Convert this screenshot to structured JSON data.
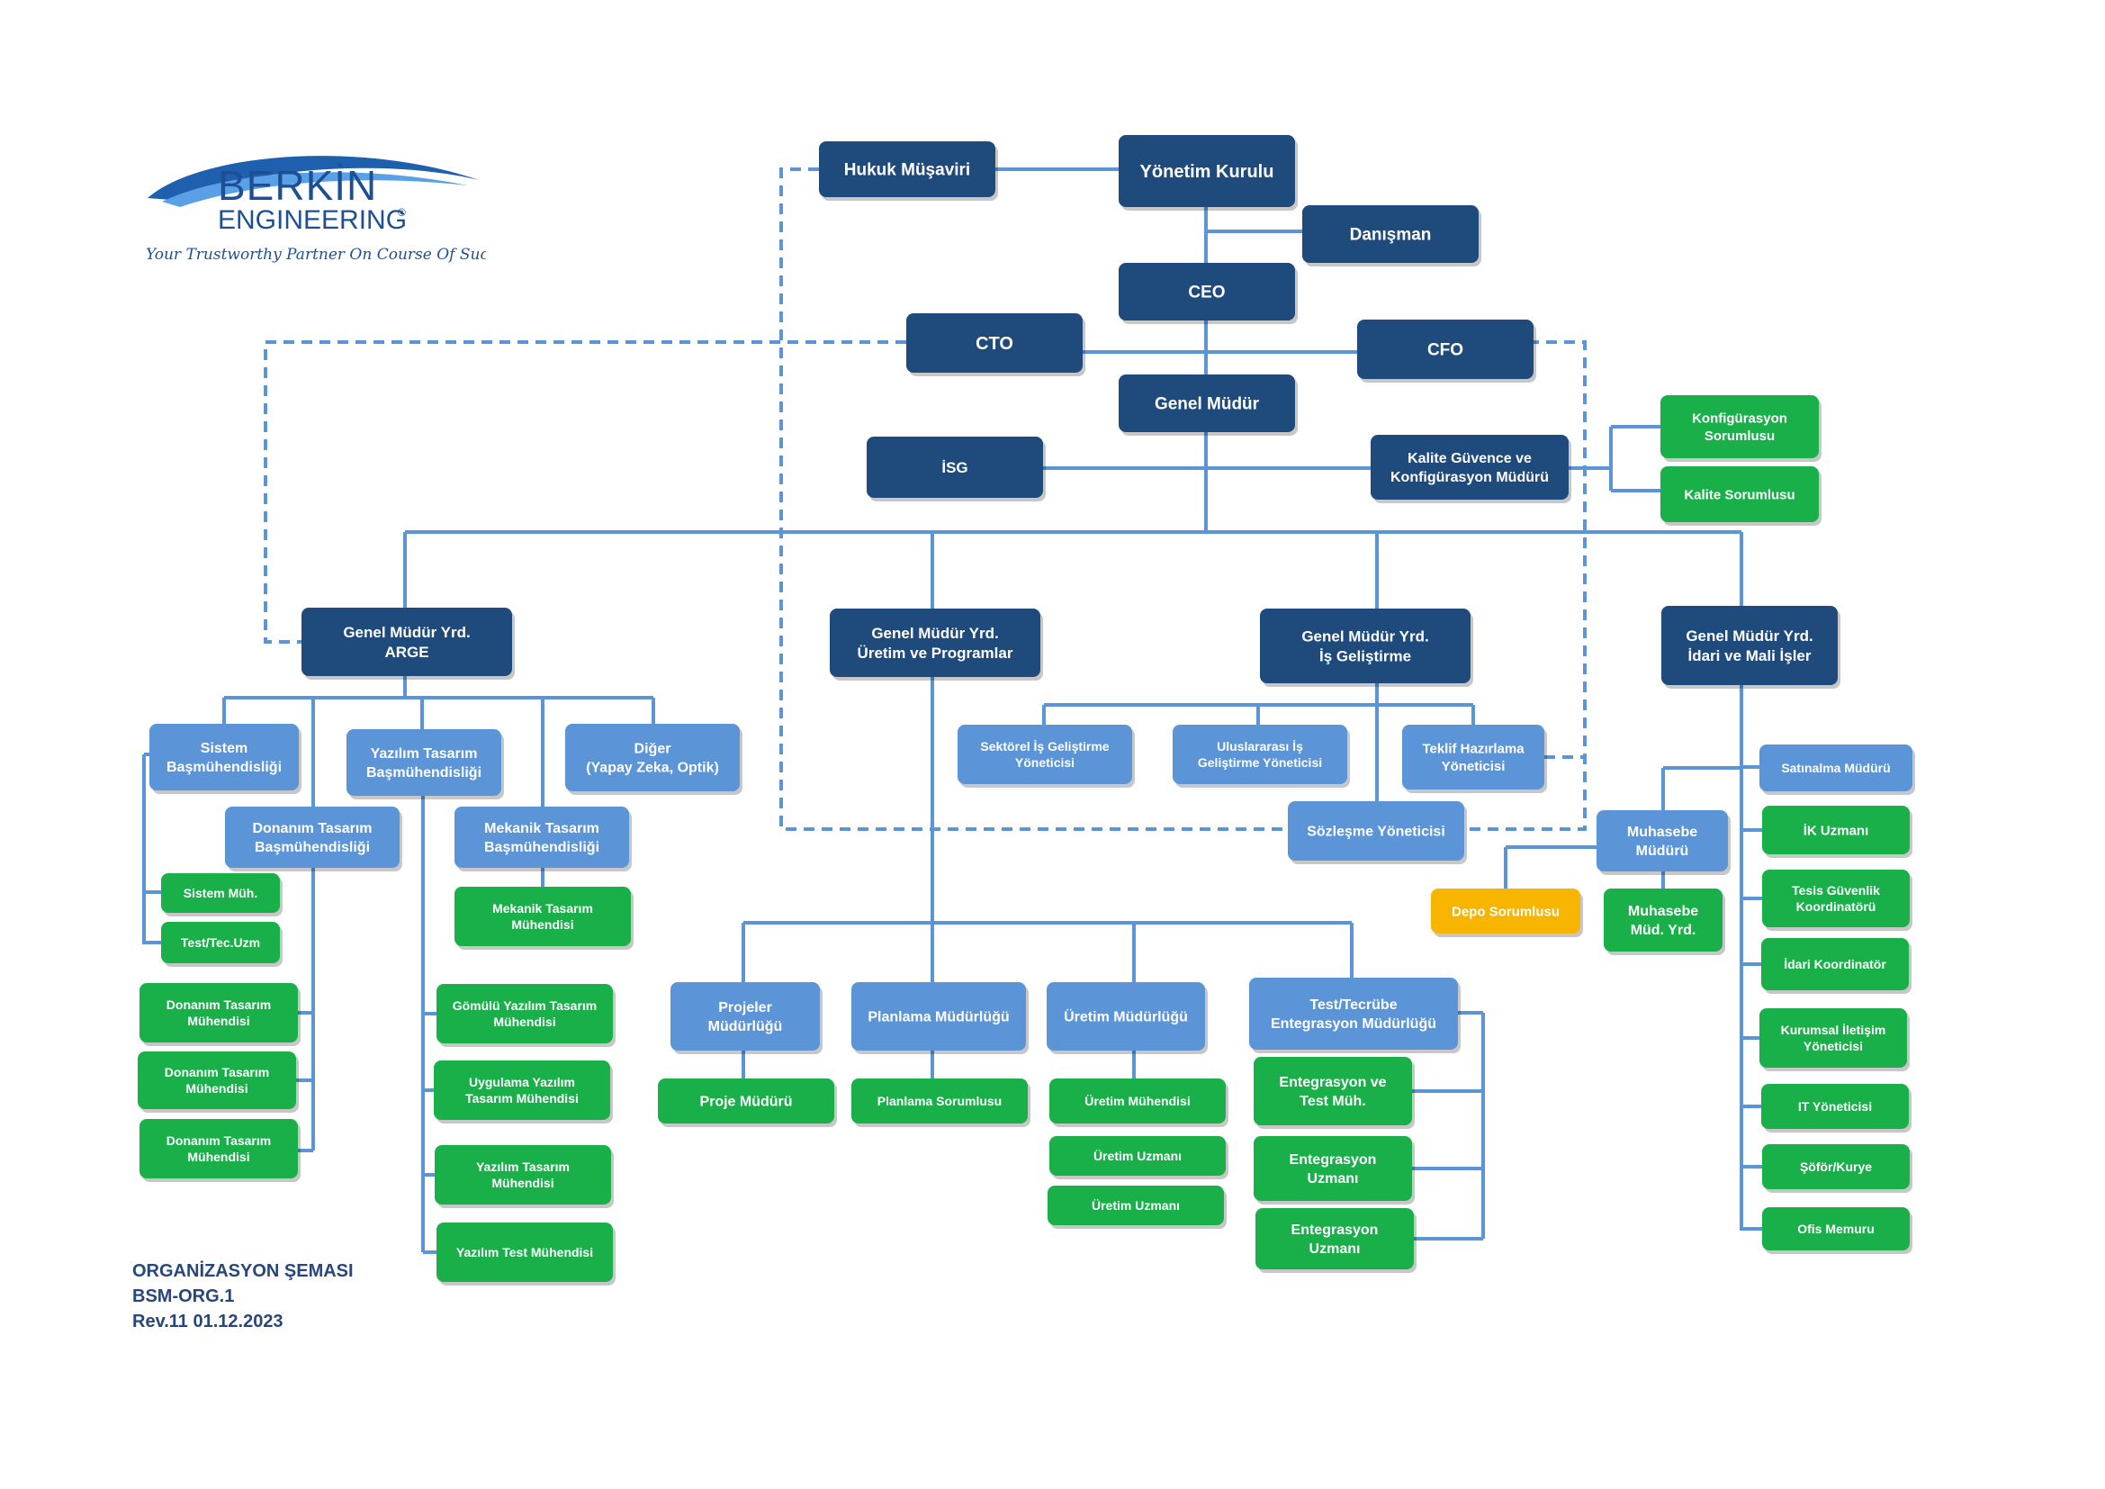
{
  "logo": {
    "line1": "BERKİN",
    "line2": "ENGINEERING",
    "registered": "®",
    "tagline": "Your Trustworthy Partner On Course Of Success"
  },
  "footer": {
    "title": "ORGANİZASYON ŞEMASI",
    "code": "BSM-ORG.1",
    "revision": "Rev.11 01.12.2023"
  },
  "colors": {
    "dark_box": "#1f4a7c",
    "light_box": "#5b95d8",
    "green_box": "#19b04a",
    "yellow_box": "#f7b500",
    "connector": "#5b95d8"
  },
  "nodes": {
    "hukuk": "Hukuk Müşaviri",
    "yonetim": "Yönetim Kurulu",
    "danisman": "Danışman",
    "ceo": "CEO",
    "cto": "CTO",
    "cfo": "CFO",
    "genel_mudur": "Genel Müdür",
    "isg": "İSG",
    "kalite_mudur": [
      "Kalite Güvence ve",
      "Konfigürasyon Müdürü"
    ],
    "konfig_sorumlu": [
      "Konfigürasyon",
      "Sorumlusu"
    ],
    "kalite_sorumlu": "Kalite Sorumlusu",
    "gmy_arge": [
      "Genel Müdür Yrd.",
      "ARGE"
    ],
    "gmy_uretim": [
      "Genel Müdür Yrd.",
      "Üretim ve Programlar"
    ],
    "gmy_is": [
      "Genel Müdür Yrd.",
      "İş Geliştirme"
    ],
    "gmy_idari": [
      "Genel Müdür Yrd.",
      "İdari ve Mali İşler"
    ],
    "sistem_basm": [
      "Sistem",
      "Başmühendisliği"
    ],
    "yazilim_basm": [
      "Yazılım Tasarım",
      "Başmühendisliği"
    ],
    "diger": [
      "Diğer",
      "(Yapay Zeka, Optik)"
    ],
    "donanim_basm": [
      "Donanım Tasarım",
      "Başmühendisliği"
    ],
    "mekanik_basm": [
      "Mekanik Tasarım",
      "Başmühendisliği"
    ],
    "sistem_muh": "Sistem Müh.",
    "test_tec": "Test/Tec.Uzm",
    "mekanik_muh": [
      "Mekanik Tasarım",
      "Mühendisi"
    ],
    "donanim_muh_1": [
      "Donanım Tasarım",
      "Mühendisi"
    ],
    "donanim_muh_2": [
      "Donanım Tasarım",
      "Mühendisi"
    ],
    "donanim_muh_3": [
      "Donanım Tasarım",
      "Mühendisi"
    ],
    "gomulu": [
      "Gömülü Yazılım Tasarım",
      "Mühendisi"
    ],
    "uygulama": [
      "Uygulama Yazılım",
      "Tasarım Mühendisi"
    ],
    "yazilim_muh": [
      "Yazılım Tasarım",
      "Mühendisi"
    ],
    "yazilim_test": "Yazılım Test Mühendisi",
    "sektorel": [
      "Sektörel İş Geliştirme",
      "Yöneticisi"
    ],
    "uluslararasi": [
      "Uluslararası İş",
      "Geliştirme Yöneticisi"
    ],
    "teklif": [
      "Teklif Hazırlama",
      "Yöneticisi"
    ],
    "sozlesme": "Sözleşme Yöneticisi",
    "projeler": [
      "Projeler",
      "Müdürlüğü"
    ],
    "planlama": "Planlama Müdürlüğü",
    "uretim_md": "Üretim Müdürlüğü",
    "test_tecrube": [
      "Test/Tecrübe",
      "Entegrasyon Müdürlüğü"
    ],
    "proje_mudur": "Proje Müdürü",
    "planlama_sor": "Planlama Sorumlusu",
    "uretim_muh": "Üretim Mühendisi",
    "uretim_uzm_1": "Üretim Uzmanı",
    "uretim_uzm_2": "Üretim Uzmanı",
    "entegrasyon_test": [
      "Entegrasyon ve",
      "Test Müh."
    ],
    "entegrasyon_uzm_1": [
      "Entegrasyon",
      "Uzmanı"
    ],
    "entegrasyon_uzm_2": [
      "Entegrasyon",
      "Uzmanı"
    ],
    "satinalma": "Satınalma Müdürü",
    "ik": "İK Uzmanı",
    "tesis": [
      "Tesis Güvenlik",
      "Koordinatörü"
    ],
    "idari_koord": "İdari Koordinatör",
    "kurumsal": [
      "Kurumsal İletişim",
      "Yöneticisi"
    ],
    "it": "IT Yöneticisi",
    "sofor": "Şöför/Kurye",
    "ofis": "Ofis Memuru",
    "muhasebe_md": [
      "Muhasebe",
      "Müdürü"
    ],
    "depo": "Depo Sorumlusu",
    "muhasebe_yrd": [
      "Muhasebe",
      "Müd. Yrd."
    ]
  }
}
